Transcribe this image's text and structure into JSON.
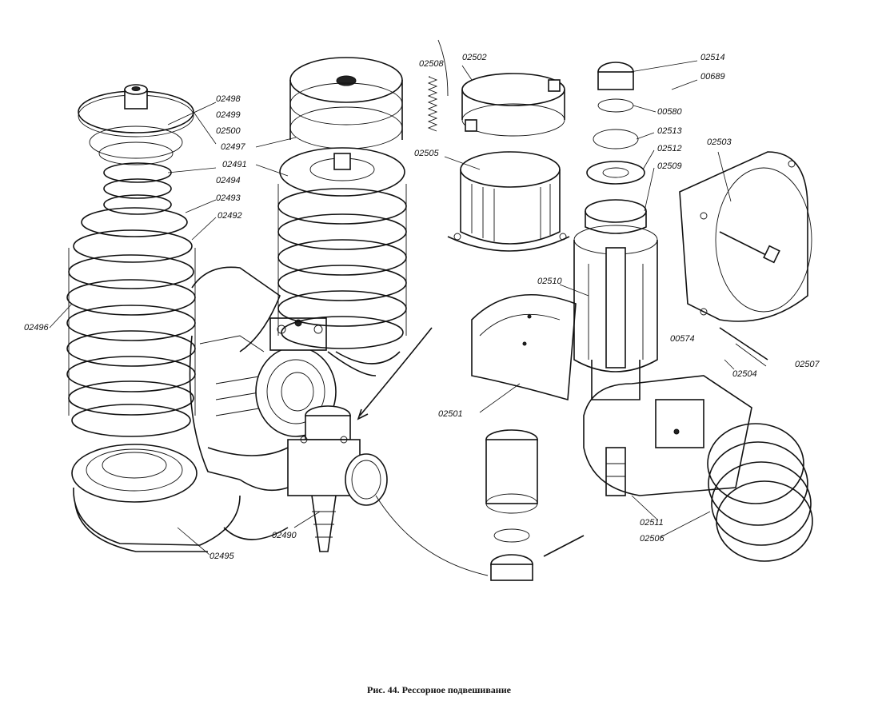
{
  "caption": "Рис. 44. Рессорное подвешивание",
  "labels": {
    "p02498": "02498",
    "p02499": "02499",
    "p02500": "02500",
    "p02497": "02497",
    "p02491": "02491",
    "p02494": "02494",
    "p02493": "02493",
    "p02492": "02492",
    "p02496": "02496",
    "p02490": "02490",
    "p02495": "02495",
    "p02508": "02508",
    "p02502": "02502",
    "p02505": "02505",
    "p02510": "02510",
    "p02501": "02501",
    "p02514": "02514",
    "p00689": "00689",
    "p00580": "00580",
    "p02513": "02513",
    "p02512": "02512",
    "p02509": "02509",
    "p02503": "02503",
    "p00574": "00574",
    "p02504": "02504",
    "p02507": "02507",
    "p02511": "02511",
    "p02506": "02506"
  },
  "parts": {
    "spring_stack_left": "spring-assembly",
    "spring_stack_right": "spring-assembly",
    "housing": "axle-box-housing",
    "cylinder_cover": "cover",
    "band": "clamp-band",
    "pin_spring": "coil-spring-small",
    "column": "guide-column",
    "nut": "castle-nut",
    "cotter": "cotter-pin",
    "bracket": "bracket",
    "coil_spring": "coil-spring"
  },
  "colors": {
    "ink": "#111111",
    "paper": "#ffffff"
  }
}
